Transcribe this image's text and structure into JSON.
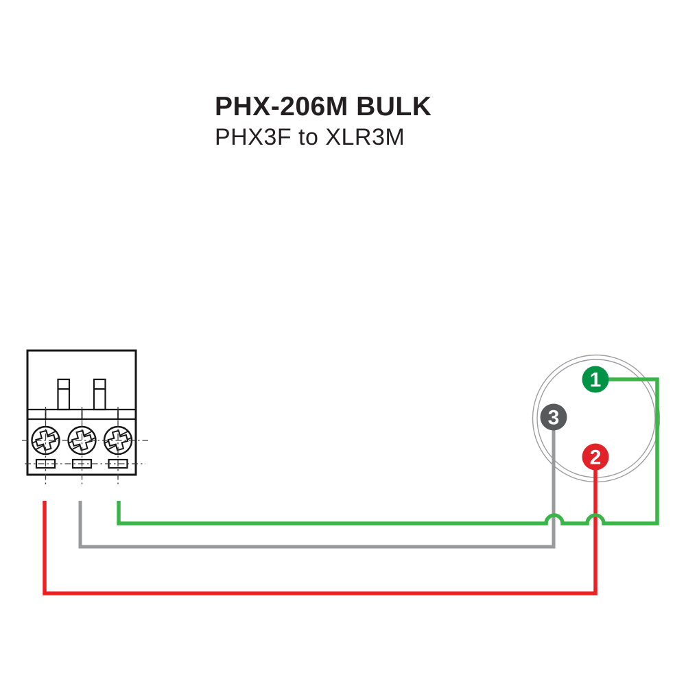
{
  "title": "PHX-206M BULK",
  "subtitle": "PHX3F to XLR3M",
  "colors": {
    "text": "#231f20",
    "wire_green": "#3bb54a",
    "wire_gray": "#97999b",
    "wire_red": "#ed2024",
    "pin1_green": "#009245",
    "pin2_red": "#e12329",
    "pin3_gray": "#58595b",
    "pin_number_text": "#ffffff",
    "xlr_outline": "#9b9da0",
    "phoenix_outline": "#161616",
    "centerline": "#3a3a3a"
  },
  "phoenix_connector": {
    "label": "PHX3F",
    "terminal_count": "3"
  },
  "xlr_connector": {
    "label": "XLR3M",
    "pins": [
      {
        "number": "1"
      },
      {
        "number": "2"
      },
      {
        "number": "3"
      }
    ]
  }
}
